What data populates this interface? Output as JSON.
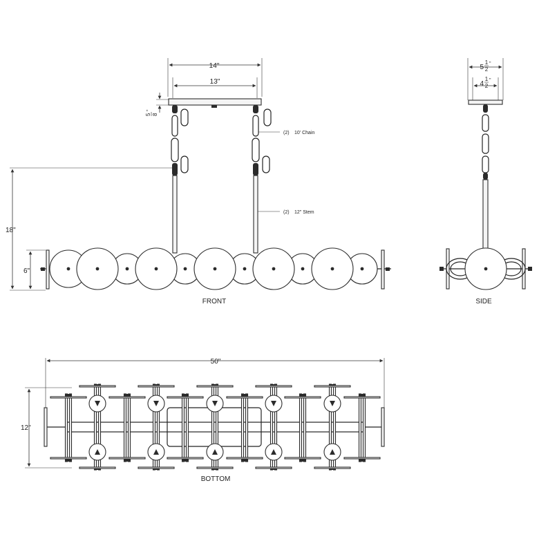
{
  "front": {
    "view_label": "FRONT",
    "dim_canopy_width": "14\"",
    "dim_mount_width": "13\"",
    "dim_canopy_height_num": "5",
    "dim_canopy_height_den": "8",
    "dim_canopy_height_unit": "\"",
    "dim_overall_height": "18\"",
    "dim_body_height": "6\"",
    "callout_chain_qty": "(2)",
    "callout_chain": "10' Chain",
    "callout_stem_qty": "(2)",
    "callout_stem": "12\" Stem"
  },
  "side": {
    "view_label": "SIDE",
    "dim_canopy_whole": "5",
    "dim_canopy_num": "1",
    "dim_canopy_den": "2",
    "dim_canopy_unit": "\"",
    "dim_mount_whole": "4",
    "dim_mount_num": "1",
    "dim_mount_den": "2",
    "dim_mount_unit": "\""
  },
  "bottom": {
    "view_label": "BOTTOM",
    "dim_length": "50\"",
    "dim_depth": "12\""
  }
}
